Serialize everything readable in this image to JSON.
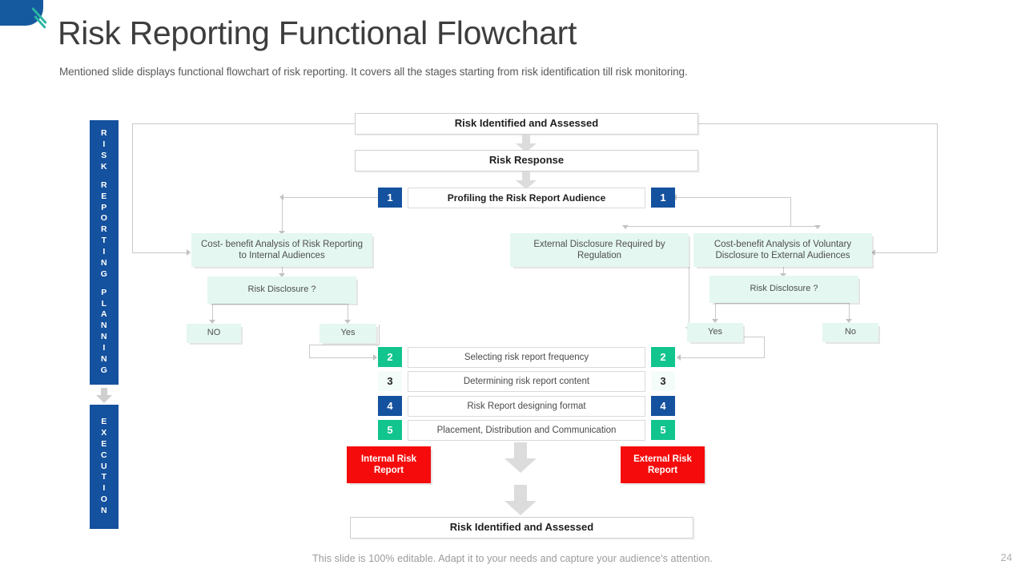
{
  "header": {
    "title": "Risk Reporting Functional Flowchart",
    "subtitle": "Mentioned slide displays functional flowchart of risk reporting. It covers all the stages starting from risk identification till risk monitoring."
  },
  "phases": {
    "planning_lines": [
      "R",
      "I",
      "S",
      "K",
      "",
      "R",
      "E",
      "P",
      "O",
      "R",
      "T",
      "I",
      "N",
      "G",
      "",
      "P",
      "L",
      "A",
      "N",
      "N",
      "I",
      "N",
      "G"
    ],
    "planning_label": "RISK REPORTING PLANNING",
    "execution_lines": [
      "E",
      "X",
      "E",
      "C",
      "U",
      "T",
      "I",
      "O",
      "N"
    ],
    "execution_label": "EXECUTION"
  },
  "flow": {
    "top_box": "Risk Identified and Assessed",
    "risk_response": "Risk Response",
    "profiling": "Profiling the Risk Report Audience",
    "internal_cost_benefit": "Cost- benefit Analysis of Risk Reporting to Internal Audiences",
    "external_regulation": "External Disclosure Required by Regulation",
    "voluntary_cost_benefit": "Cost-benefit Analysis of Voluntary Disclosure to External Audiences",
    "risk_disclosure_left": "Risk Disclosure ?",
    "risk_disclosure_right": "Risk Disclosure ?",
    "decision_no_left": "NO",
    "decision_yes_left": "Yes",
    "decision_yes_right": "Yes",
    "decision_no_right": "No",
    "internal_report": "Internal Risk Report",
    "external_report": "External Risk Report",
    "bottom_box": "Risk Identified and Assessed"
  },
  "steps": [
    {
      "num": "1",
      "label": "Profiling the Risk Report Audience",
      "color_left": "#14519E",
      "color_right": "#14519E"
    },
    {
      "num": "2",
      "label": "Selecting risk report frequency",
      "color_left": "#12C48E",
      "color_right": "#12C48E"
    },
    {
      "num": "3",
      "label": "Determining risk report content",
      "color_left": "#F4FCFA",
      "color_right": "#F4FCFA"
    },
    {
      "num": "4",
      "label": "Risk Report designing format",
      "color_left": "#14519E",
      "color_right": "#14519E"
    },
    {
      "num": "5",
      "label": "Placement, Distribution and Communication",
      "color_left": "#12C48E",
      "color_right": "#12C48E"
    }
  ],
  "footer": {
    "note": "This slide is 100% editable. Adapt it to your needs and capture your audience's attention.",
    "page_number": "24"
  },
  "colors": {
    "brand_blue": "#14519E",
    "accent_teal": "#12C48E",
    "mint_fill": "#E4F7F1",
    "alert_red": "#F50B0B",
    "line_gray": "#C9C9C9"
  }
}
